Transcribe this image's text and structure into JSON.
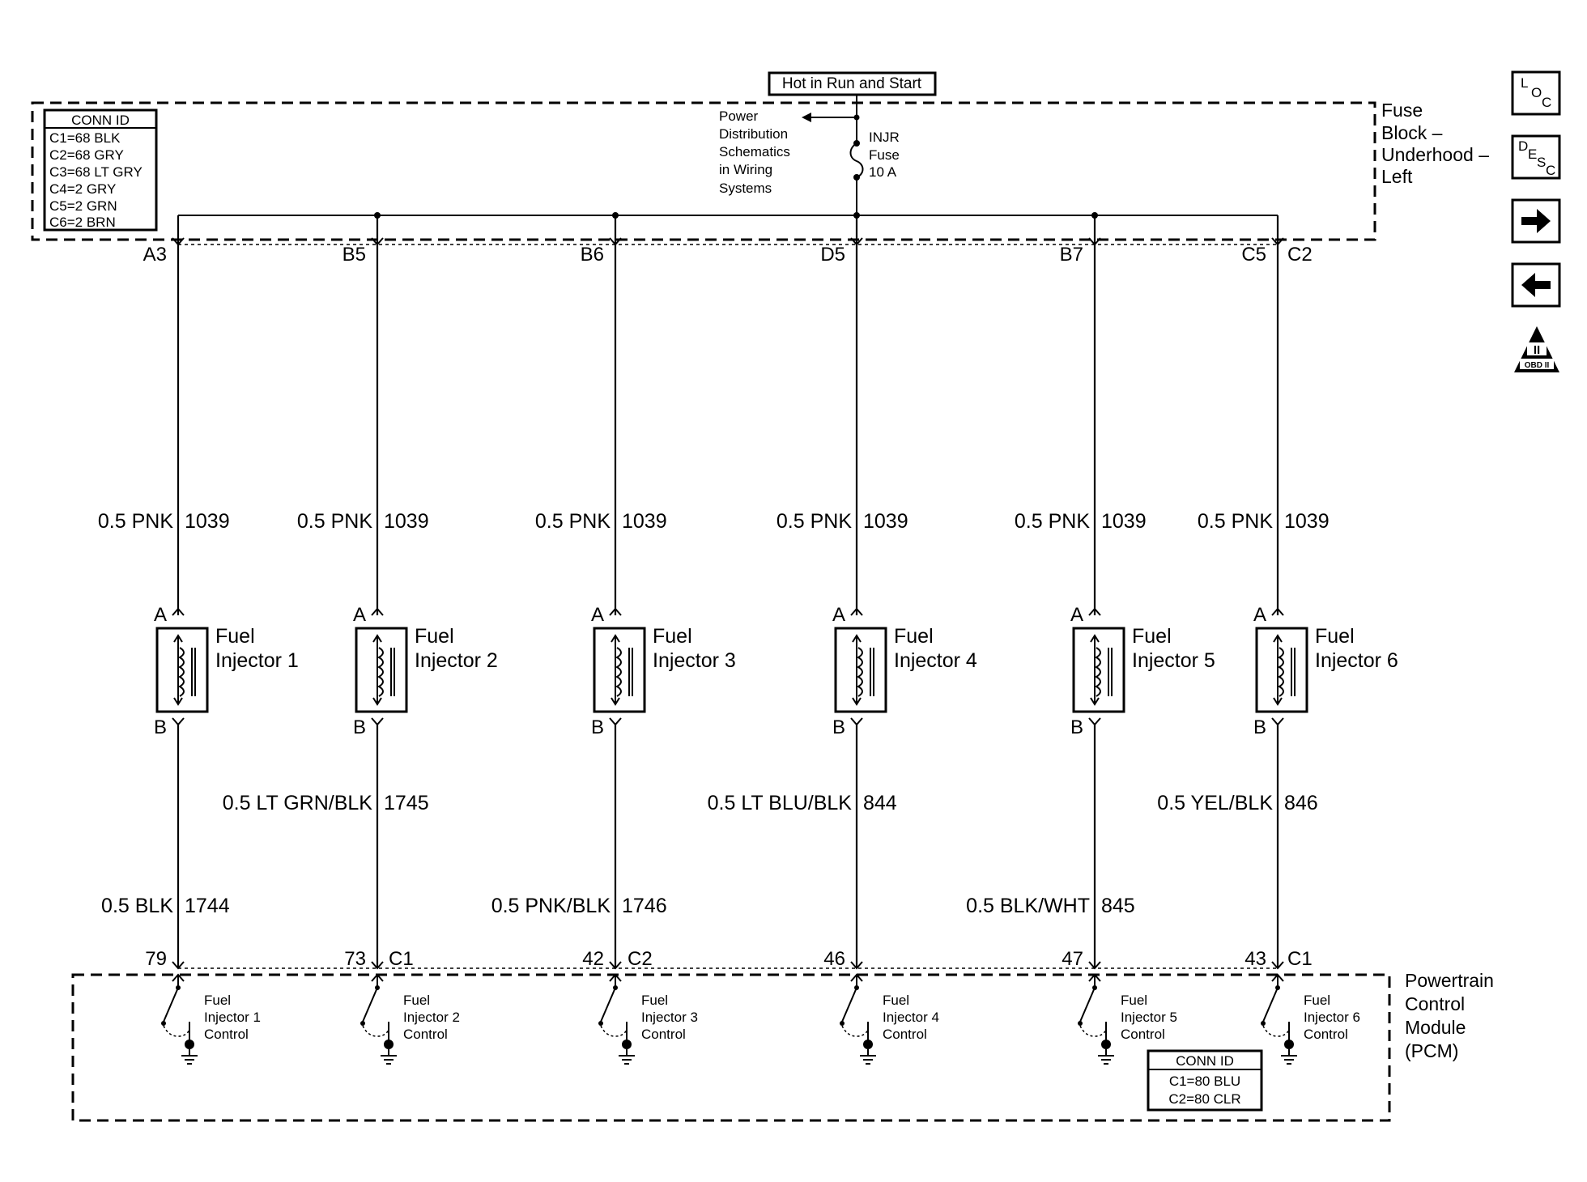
{
  "header": {
    "supply_label": "Hot in Run and Start"
  },
  "fuse_block": {
    "name_lines": [
      "Fuse",
      "Block –",
      "Underhood –",
      "Left"
    ],
    "conn_id": {
      "title": "CONN ID",
      "rows": [
        "C1=68 BLK",
        "C2=68 GRY",
        "C3=68 LT GRY",
        "C4=2 GRY",
        "C5=2 GRN",
        "C6=2 BRN"
      ]
    },
    "power_note_lines": [
      "Power",
      "Distribution",
      "Schematics",
      "in Wiring",
      "Systems"
    ],
    "fuse_lines": [
      "INJR",
      "Fuse",
      "10 A"
    ]
  },
  "pcm": {
    "name_lines": [
      "Powertrain",
      "Control",
      "Module",
      "(PCM)"
    ],
    "conn_id": {
      "title": "CONN ID",
      "rows": [
        "C1=80 BLU",
        "C2=80 CLR"
      ]
    }
  },
  "connectors": {
    "fuse_c2": "C2",
    "pcm_c1_a": "C1",
    "pcm_c2": "C2",
    "pcm_c1_b": "C1"
  },
  "circuits": [
    {
      "fuse_pin": "A3",
      "supply_color": "0.5 PNK",
      "supply_circuit": "1039",
      "injector_lines": [
        "Fuel",
        "Injector 1"
      ],
      "pin_a": "A",
      "pin_b": "B",
      "control_color": "0.5 BLK",
      "control_circuit": "1744",
      "pcm_pin": "79",
      "pcm_label_lines": [
        "Fuel",
        "Injector 1",
        "Control"
      ]
    },
    {
      "fuse_pin": "B5",
      "supply_color": "0.5 PNK",
      "supply_circuit": "1039",
      "injector_lines": [
        "Fuel",
        "Injector 2"
      ],
      "pin_a": "A",
      "pin_b": "B",
      "control_color": "0.5 LT GRN/BLK",
      "control_circuit": "1745",
      "pcm_pin": "73",
      "pcm_label_lines": [
        "Fuel",
        "Injector 2",
        "Control"
      ]
    },
    {
      "fuse_pin": "B6",
      "supply_color": "0.5 PNK",
      "supply_circuit": "1039",
      "injector_lines": [
        "Fuel",
        "Injector 3"
      ],
      "pin_a": "A",
      "pin_b": "B",
      "control_color": "0.5 PNK/BLK",
      "control_circuit": "1746",
      "pcm_pin": "42",
      "pcm_label_lines": [
        "Fuel",
        "Injector 3",
        "Control"
      ]
    },
    {
      "fuse_pin": "D5",
      "supply_color": "0.5 PNK",
      "supply_circuit": "1039",
      "injector_lines": [
        "Fuel",
        "Injector 4"
      ],
      "pin_a": "A",
      "pin_b": "B",
      "control_color": "0.5 LT BLU/BLK",
      "control_circuit": "844",
      "pcm_pin": "46",
      "pcm_label_lines": [
        "Fuel",
        "Injector 4",
        "Control"
      ]
    },
    {
      "fuse_pin": "B7",
      "supply_color": "0.5 PNK",
      "supply_circuit": "1039",
      "injector_lines": [
        "Fuel",
        "Injector 5"
      ],
      "pin_a": "A",
      "pin_b": "B",
      "control_color": "0.5 BLK/WHT",
      "control_circuit": "845",
      "pcm_pin": "47",
      "pcm_label_lines": [
        "Fuel",
        "Injector 5",
        "Control"
      ]
    },
    {
      "fuse_pin": "C5",
      "supply_color": "0.5 PNK",
      "supply_circuit": "1039",
      "injector_lines": [
        "Fuel",
        "Injector 6"
      ],
      "pin_a": "A",
      "pin_b": "B",
      "control_color": "0.5 YEL/BLK",
      "control_circuit": "846",
      "pcm_pin": "43",
      "pcm_label_lines": [
        "Fuel",
        "Injector 6",
        "Control"
      ]
    }
  ],
  "side_icons": [
    {
      "icon": "loc-icon",
      "text": [
        "L",
        "O",
        "C"
      ]
    },
    {
      "icon": "desc-icon",
      "text": [
        "D",
        "E",
        "S",
        "C"
      ]
    },
    {
      "icon": "arrow-right-icon"
    },
    {
      "icon": "arrow-left-icon"
    },
    {
      "icon": "obd-ii-icon",
      "text": [
        "II",
        "OBD II"
      ]
    }
  ]
}
